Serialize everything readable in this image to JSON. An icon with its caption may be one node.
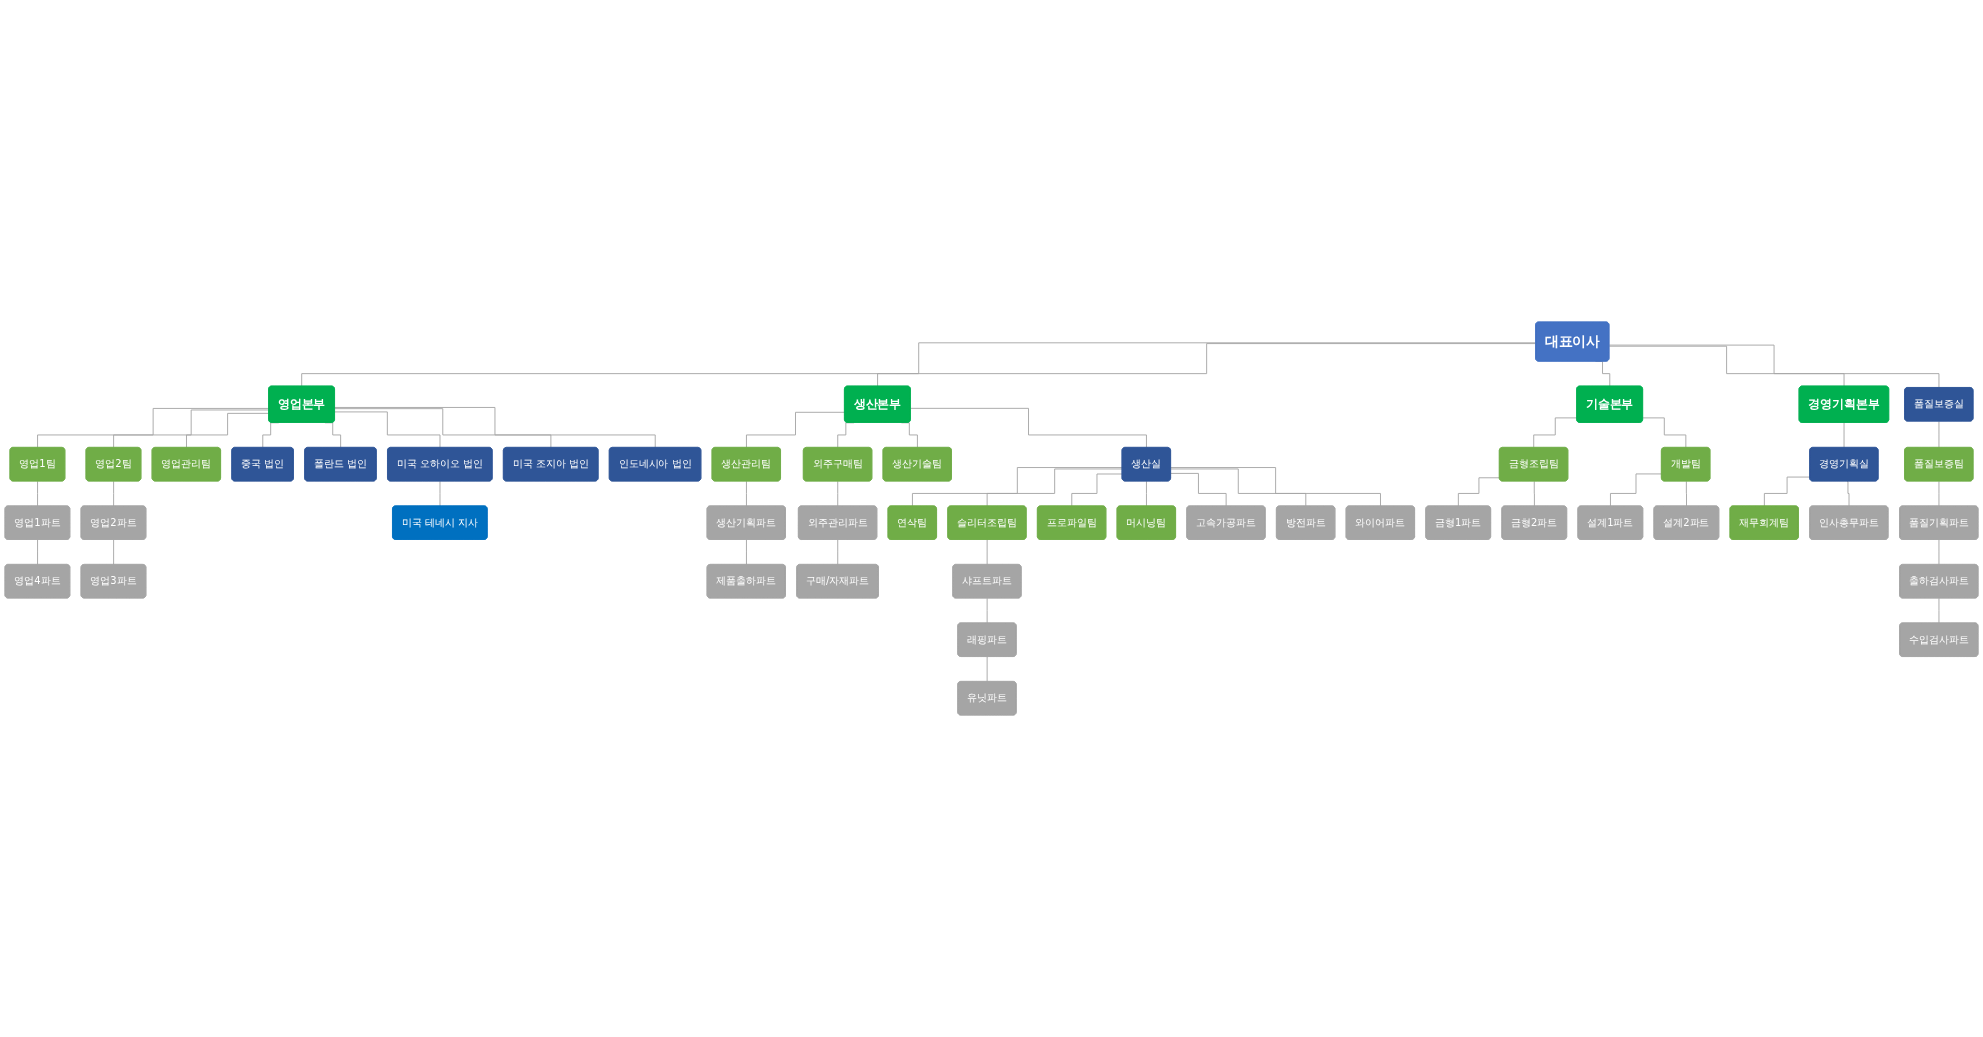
{
  "diagram": {
    "nodes": [
      {
        "text": [
          "대표이사"
        ]
      },
      {
        "text": [
          "영업본부"
        ]
      },
      {
        "text": [
          "생산본부"
        ]
      },
      {
        "text": [
          "기술본부"
        ]
      },
      {
        "text": [
          "경영기획본부"
        ]
      },
      {
        "text": [
          "영업1팀"
        ]
      },
      {
        "text": [
          "영업2팀"
        ]
      },
      {
        "text": [
          "영업관리팀"
        ]
      },
      {
        "text": [
          "중국 법인"
        ]
      },
      {
        "text": [
          "영업1파트"
        ]
      },
      {
        "text": [
          "영업4파트"
        ]
      },
      {
        "text": [
          "영업2파트"
        ]
      },
      {
        "text": [
          "영업3파트"
        ]
      },
      {
        "text": [
          "폴란드 법인"
        ]
      },
      {
        "text": [
          "미국 오하이오 법인"
        ]
      },
      {
        "text": [
          "미국 테네시 지사"
        ]
      },
      {
        "text": [
          "미국 조지아 법인"
        ]
      },
      {
        "text": [
          "인도네시아 법인"
        ]
      },
      {
        "text": [
          "생산관리팀"
        ]
      },
      {
        "text": [
          "외주구매팀"
        ]
      },
      {
        "text": [
          "생산기술팀"
        ]
      },
      {
        "text": [
          "생산실"
        ]
      },
      {
        "text": [
          "생산기획파트"
        ]
      },
      {
        "text": [
          "제품출하파트"
        ]
      },
      {
        "text": [
          "외주관리파트"
        ]
      },
      {
        "text": [
          "구매/자재파트"
        ]
      },
      {
        "text": [
          "연삭팀"
        ]
      },
      {
        "text": [
          "슬리터조립팀"
        ]
      },
      {
        "text": [
          "프로파일팀"
        ]
      },
      {
        "text": [
          "머시닝팀"
        ]
      },
      {
        "text": [
          "고속가공파트"
        ]
      },
      {
        "text": [
          "방전파트"
        ]
      },
      {
        "text": [
          "와이어파트"
        ]
      },
      {
        "text": [
          "샤프트파트"
        ]
      },
      {
        "text": [
          "래핑파트"
        ]
      },
      {
        "text": [
          "유닛파트"
        ]
      },
      {
        "text": [
          "금형조립팀"
        ]
      },
      {
        "text": [
          "개발팀"
        ]
      },
      {
        "text": [
          "금형1파트"
        ]
      },
      {
        "text": [
          "금형2파트"
        ]
      },
      {
        "text": [
          "설계1파트"
        ]
      },
      {
        "text": [
          "설계2파트"
        ]
      },
      {
        "text": [
          "경영기획실"
        ]
      },
      {
        "text": [
          "재무회계팀"
        ]
      },
      {
        "text": [
          "인사총무파트"
        ]
      },
      {
        "text": [
          "품질보증실"
        ]
      },
      {
        "text": [
          "품질보증팀"
        ]
      },
      {
        "text": [
          "품질기획파트"
        ]
      },
      {
        "text": [
          "출하검사파트"
        ]
      },
      {
        "text": [
          "수입검사파트"
        ]
      }
    ],
    "edges": [
      {
        "from": 0,
        "to": 1,
        "arrow": "none"
      },
      {
        "from": 0,
        "to": 2,
        "arrow": "none"
      },
      {
        "from": 0,
        "to": 3,
        "arrow": "none"
      },
      {
        "from": 0,
        "to": 4,
        "arrow": "none"
      },
      {
        "from": 0,
        "to": 45,
        "arrow": "none"
      },
      {
        "from": 1,
        "to": 5,
        "arrow": "none"
      },
      {
        "from": 1,
        "to": 6,
        "arrow": "none"
      },
      {
        "from": 1,
        "to": 7,
        "arrow": "none"
      },
      {
        "from": 1,
        "to": 8,
        "arrow": "none"
      },
      {
        "from": 1,
        "to": 13,
        "arrow": "none"
      },
      {
        "from": 1,
        "to": 14,
        "arrow": "none"
      },
      {
        "from": 1,
        "to": 16,
        "arrow": "none"
      },
      {
        "from": 1,
        "to": 17,
        "arrow": "none"
      },
      {
        "from": 5,
        "to": 9,
        "arrow": "none"
      },
      {
        "from": 9,
        "to": 10,
        "arrow": "none"
      },
      {
        "from": 6,
        "to": 11,
        "arrow": "none"
      },
      {
        "from": 11,
        "to": 12,
        "arrow": "none"
      },
      {
        "from": 14,
        "to": 15,
        "arrow": "none"
      },
      {
        "from": 2,
        "to": 18,
        "arrow": "none"
      },
      {
        "from": 2,
        "to": 19,
        "arrow": "none"
      },
      {
        "from": 2,
        "to": 20,
        "arrow": "none"
      },
      {
        "from": 2,
        "to": 21,
        "arrow": "none"
      },
      {
        "from": 18,
        "to": 22,
        "arrow": "none"
      },
      {
        "from": 22,
        "to": 23,
        "arrow": "none"
      },
      {
        "from": 19,
        "to": 24,
        "arrow": "none"
      },
      {
        "from": 24,
        "to": 25,
        "arrow": "none"
      },
      {
        "from": 21,
        "to": 26,
        "arrow": "none"
      },
      {
        "from": 21,
        "to": 28,
        "arrow": "none"
      },
      {
        "from": 21,
        "to": 29,
        "arrow": "none"
      },
      {
        "from": 21,
        "to": 30,
        "arrow": "none"
      },
      {
        "from": 21,
        "to": 31,
        "arrow": "none"
      },
      {
        "from": 21,
        "to": 32,
        "arrow": "none"
      },
      {
        "from": 21,
        "to": 27,
        "arrow": "none"
      },
      {
        "from": 27,
        "to": 33,
        "arrow": "none"
      },
      {
        "from": 33,
        "to": 34,
        "arrow": "none"
      },
      {
        "from": 34,
        "to": 35,
        "arrow": "none"
      },
      {
        "from": 3,
        "to": 36,
        "arrow": "none"
      },
      {
        "from": 3,
        "to": 37,
        "arrow": "none"
      },
      {
        "from": 36,
        "to": 38,
        "arrow": "none"
      },
      {
        "from": 36,
        "to": 39,
        "arrow": "none"
      },
      {
        "from": 37,
        "to": 40,
        "arrow": "none"
      },
      {
        "from": 37,
        "to": 41,
        "arrow": "none"
      },
      {
        "from": 4,
        "to": 42,
        "arrow": "none"
      },
      {
        "from": 42,
        "to": 43,
        "arrow": "none"
      },
      {
        "from": 42,
        "to": 44,
        "arrow": "none"
      },
      {
        "from": 45,
        "to": 46,
        "arrow": "none"
      },
      {
        "from": 46,
        "to": 47,
        "arrow": "none"
      },
      {
        "from": 47,
        "to": 48,
        "arrow": "none"
      },
      {
        "from": 48,
        "to": 49,
        "arrow": "none"
      }
    ]
  }
}
